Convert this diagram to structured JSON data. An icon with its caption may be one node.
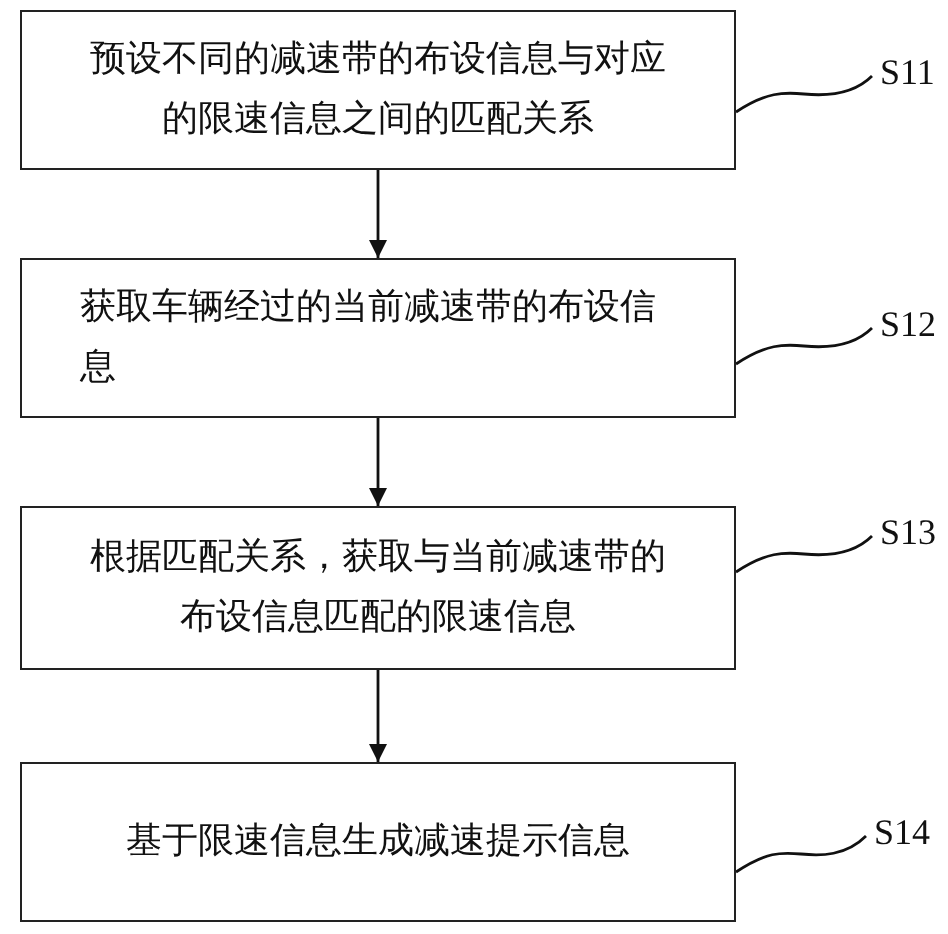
{
  "diagram": {
    "nodes": [
      {
        "text": [
          "预设不同的减速带的布设信息与对应的限速信息之间的匹配关系"
        ]
      },
      {
        "text": [
          "获取车辆经过的当前减速带的布设信息"
        ]
      },
      {
        "text": [
          "根据匹配关系，获取与当前减速带的布设信息匹配的限速信息"
        ]
      },
      {
        "text": [
          "基于限速信息生成减速提示信息"
        ]
      },
      {
        "text": [
          "S11"
        ]
      },
      {
        "text": [
          "S12"
        ]
      },
      {
        "text": [
          "S13"
        ]
      },
      {
        "text": [
          "S14"
        ]
      }
    ],
    "edges": [
      {
        "from": 0,
        "to": 1,
        "arrow": "to"
      },
      {
        "from": 1,
        "to": 2,
        "arrow": "to"
      },
      {
        "from": 2,
        "to": 3,
        "arrow": "to"
      },
      {
        "from": 4,
        "to": 0,
        "arrow": "none"
      },
      {
        "from": 5,
        "to": 1,
        "arrow": "none"
      },
      {
        "from": 6,
        "to": 2,
        "arrow": "none"
      },
      {
        "from": 7,
        "to": 3,
        "arrow": "none"
      }
    ]
  }
}
